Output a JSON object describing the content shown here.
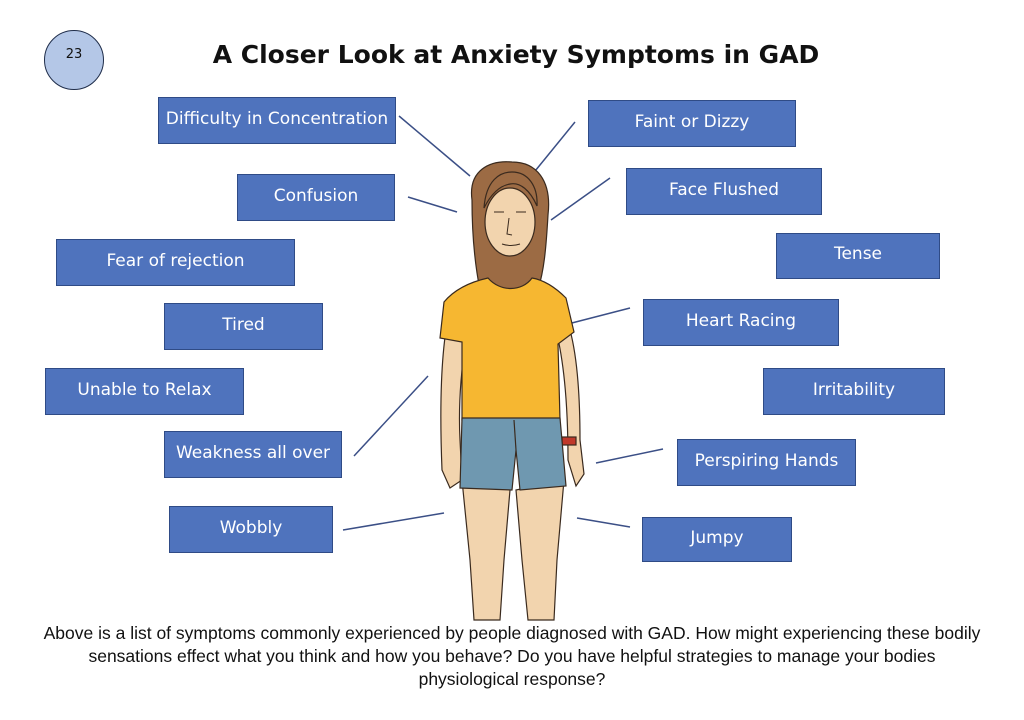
{
  "page_number": "23",
  "title": "A Closer Look at Anxiety Symptoms in GAD",
  "symptoms": {
    "difficulty_concentration": "Difficulty in Concentration",
    "confusion": "Confusion",
    "fear_rejection": "Fear of rejection",
    "tired": "Tired",
    "unable_relax": "Unable to Relax",
    "weakness": "Weakness all over",
    "wobbly": "Wobbly",
    "faint_dizzy": "Faint or Dizzy",
    "face_flushed": "Face Flushed",
    "tense": "Tense",
    "heart_racing": "Heart Racing",
    "irritability": "Irritability",
    "perspiring_hands": "Perspiring Hands",
    "jumpy": "Jumpy"
  },
  "caption": "Above is a list of symptoms commonly experienced by people diagnosed with GAD. How might experiencing these bodily sensations effect what you think and how you behave? Do you have helpful strategies to manage your bodies physiological response?",
  "colors": {
    "box_fill": "#4f73bd",
    "badge_fill": "#b4c7e7",
    "shirt": "#f6b731",
    "shorts": "#6f98b0",
    "hair": "#9c6b44",
    "skin": "#f2d4ae"
  }
}
